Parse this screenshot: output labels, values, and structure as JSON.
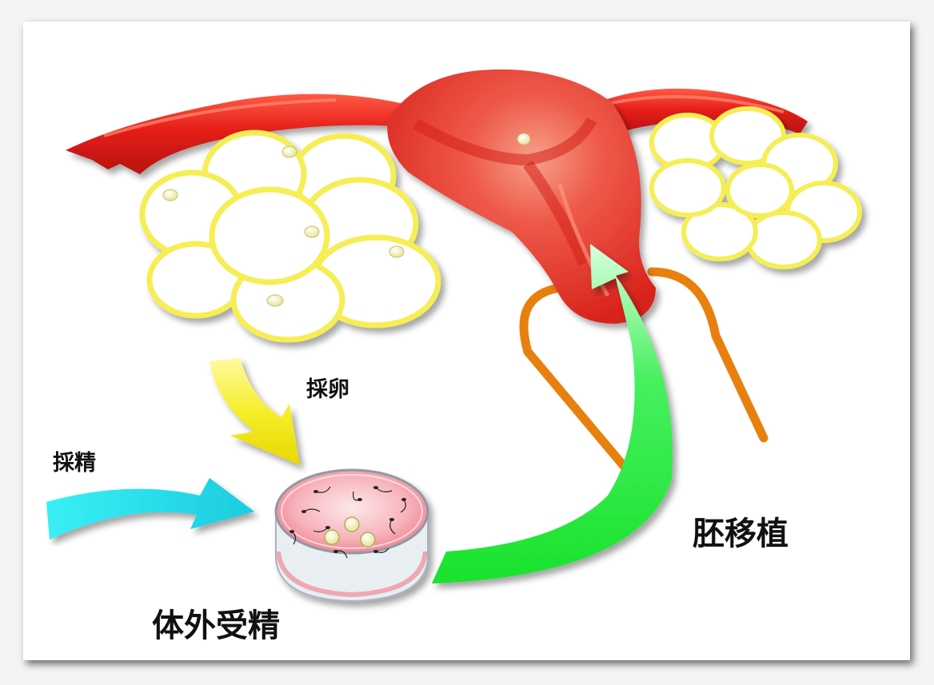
{
  "labels": {
    "egg_retrieval": "採卵",
    "sperm_collection": "採精",
    "in_vitro_fertilization": "体外受精",
    "embryo_transfer": "胚移植"
  },
  "colors": {
    "uterus": "#e8231e",
    "uterus_highlight": "#f27a6a",
    "follicle_outline": "#f5f06a",
    "egg": "#f3f2b0",
    "arrow_egg": "#f2ea1f",
    "arrow_sperm": "#33e8f0",
    "arrow_embryo": "#22e63a",
    "vagina_outline": "#e8800e",
    "dish_medium": "#f08a96"
  }
}
